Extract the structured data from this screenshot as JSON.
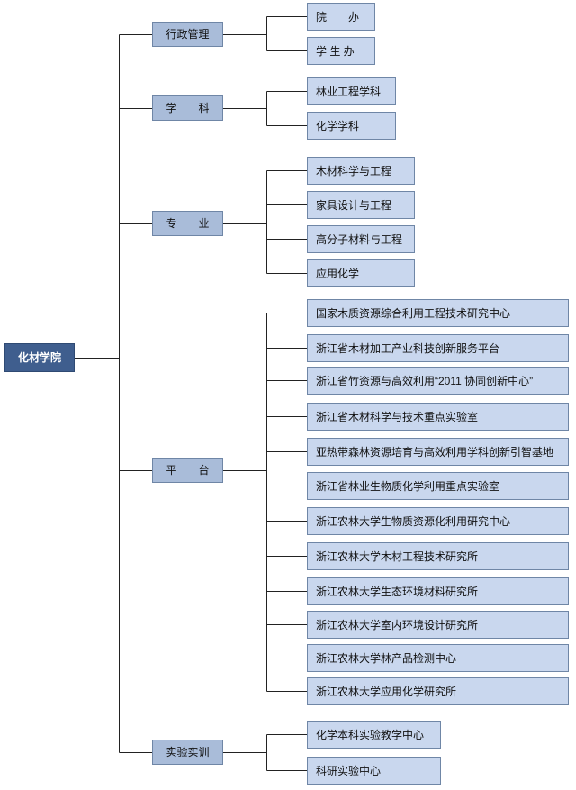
{
  "root": "化材学院",
  "categories": [
    {
      "label": "行政管理",
      "items": [
        "院　办",
        "学 生 办"
      ]
    },
    {
      "label": "学　　科",
      "items": [
        "林业工程学科",
        "化学学科"
      ]
    },
    {
      "label": "专　　业",
      "items": [
        "木材科学与工程",
        "家具设计与工程",
        "高分子材料与工程",
        "应用化学"
      ]
    },
    {
      "label": "平　　台",
      "items": [
        "国家木质资源综合利用工程技术研究中心",
        "浙江省木材加工产业科技创新服务平台",
        "浙江省竹资源与高效利用“2011 协同创新中心”",
        "浙江省木材科学与技术重点实验室",
        "亚热带森林资源培育与高效利用学科创新引智基地",
        "浙江省林业生物质化学利用重点实验室",
        "浙江农林大学生物质资源化利用研究中心",
        "浙江农林大学木材工程技术研究所",
        "浙江农林大学生态环境材料研究所",
        "浙江农林大学室内环境设计研究所",
        "浙江农林大学林产品检测中心",
        "浙江农林大学应用化学研究所"
      ]
    },
    {
      "label": "实验实训",
      "items": [
        "化学本科实验教学中心",
        "科研实验中心"
      ]
    }
  ]
}
